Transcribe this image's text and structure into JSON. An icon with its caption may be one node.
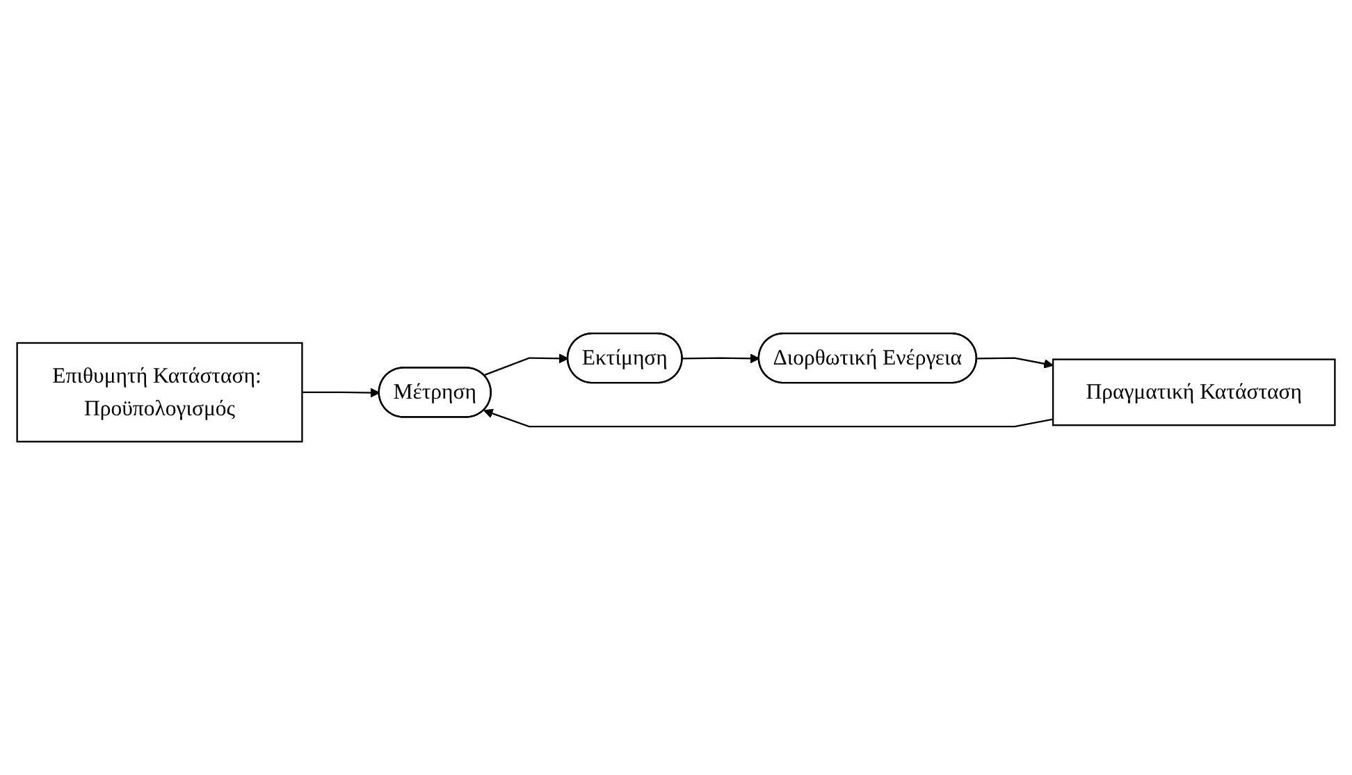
{
  "diagram": {
    "nodes": [
      {
        "text": [
          "Επιθυμητή Κατάσταση: Προϋπολογισμός"
        ]
      },
      {
        "text": [
          "Μέτρηση"
        ]
      },
      {
        "text": [
          "Εκτίμηση"
        ]
      },
      {
        "text": [
          "Πραγματική Κατάσταση"
        ]
      },
      {
        "text": [
          "Διορθωτική Ενέργεια"
        ]
      }
    ],
    "edges": [
      {
        "from": 0,
        "to": 1,
        "arrow": "to"
      },
      {
        "from": 3,
        "to": 1,
        "arrow": "to"
      },
      {
        "from": 1,
        "to": 2,
        "arrow": "to"
      },
      {
        "from": 2,
        "to": 4,
        "arrow": "to"
      },
      {
        "from": 4,
        "to": 3,
        "arrow": "to"
      }
    ]
  }
}
